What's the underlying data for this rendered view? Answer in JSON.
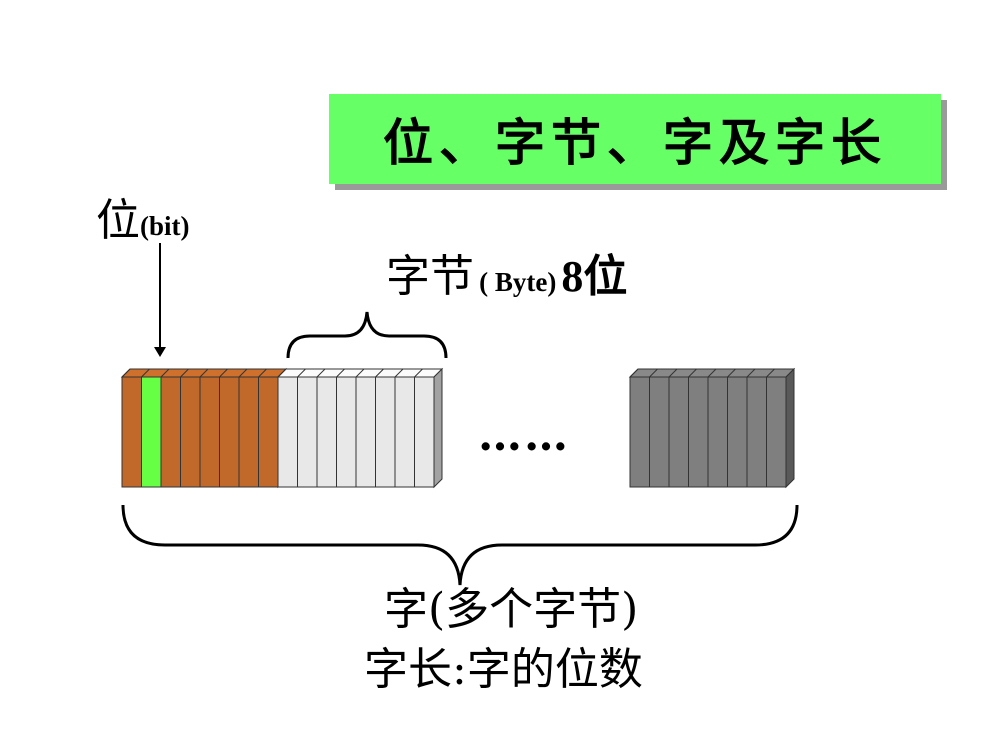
{
  "title": "位、字节、字及字长",
  "bit_label": {
    "cjk": "位",
    "latin": "(bit)"
  },
  "byte_label": {
    "cjk": "字节",
    "latin": "( Byte)",
    "count": "8位"
  },
  "ellipsis": "……",
  "word_label": "字(多个字节)",
  "word_length_label": "字长:字的位数",
  "colors": {
    "title_bg": "#66ff66",
    "bit_brown": "#c0692a",
    "bit_highlight": "#66ff44",
    "byte_light": "#e8e8e8",
    "byte_dark": "#7f7f7f"
  },
  "groups": [
    {
      "name": "byte-1",
      "cells": 8,
      "color": "bit_brown",
      "highlight_index": 1
    },
    {
      "name": "byte-2",
      "cells": 8,
      "color": "byte_light"
    },
    {
      "name": "byte-last",
      "cells": 8,
      "color": "byte_dark"
    }
  ]
}
